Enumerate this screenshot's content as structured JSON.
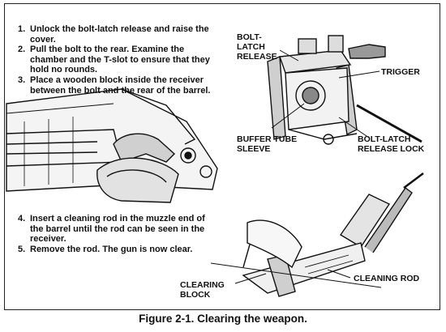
{
  "steps_top": [
    {
      "num": "1.",
      "text": "Unlock the bolt-latch release and raise the cover."
    },
    {
      "num": "2.",
      "text": "Pull the bolt to the rear. Examine the chamber  and the T-slot to  ensure that they hold no rounds."
    },
    {
      "num": "3.",
      "text": "Place a wooden block inside the receiver between the bolt and the rear of the barrel."
    }
  ],
  "steps_bottom": [
    {
      "num": "4.",
      "text": "Insert a cleaning rod in the muzzle end of the barrel until the rod can be seen in the receiver."
    },
    {
      "num": "5.",
      "text": "Remove the rod. The gun is now clear."
    }
  ],
  "labels": {
    "bolt_latch_release": "BOLT-LATCH RELEASE",
    "trigger": "TRIGGER",
    "buffer_tube_sleeve": "BUFFER TUBE SLEEVE",
    "bolt_latch_release_lock": "BOLT-LATCH RELEASE LOCK",
    "clearing_block": "CLEARING BLOCK",
    "cleaning_rod": "CLEANING ROD"
  },
  "caption": "Figure 2-1. Clearing the weapon."
}
